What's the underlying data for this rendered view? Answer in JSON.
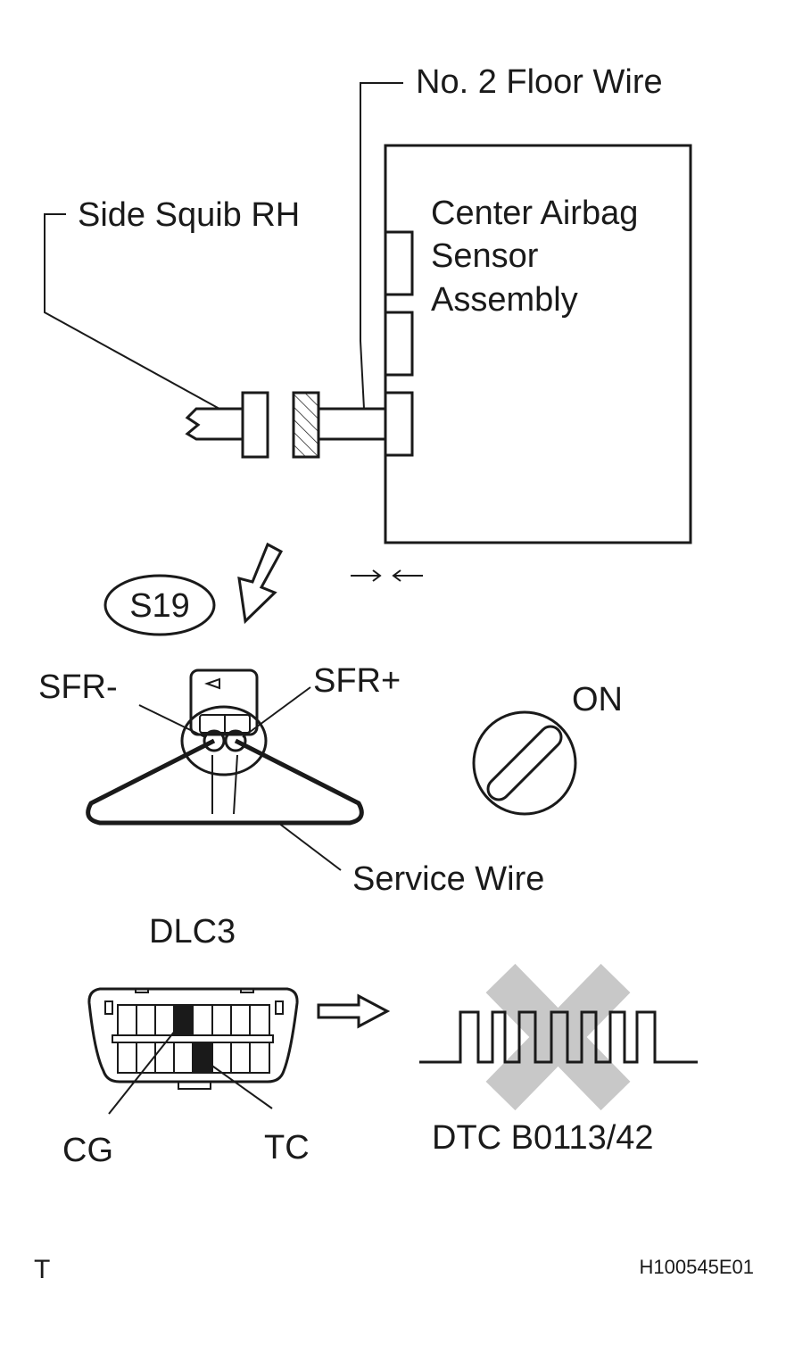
{
  "labels": {
    "floor_wire": "No. 2 Floor Wire",
    "side_squib": "Side Squib RH",
    "sensor_line1": "Center Airbag",
    "sensor_line2": "Sensor",
    "sensor_line3": "Assembly",
    "connector_id": "S19",
    "sfr_minus": "SFR-",
    "sfr_plus": "SFR+",
    "ignition": "ON",
    "service_wire": "Service Wire",
    "dlc": "DLC3",
    "cg": "CG",
    "tc": "TC",
    "dtc": "DTC B0113/42",
    "footer_left": "T",
    "footer_right": "H100545E01"
  },
  "colors": {
    "line": "#1a1a1a",
    "cross": "#c8c8c8",
    "fill_black": "#1a1a1a"
  },
  "icons": {
    "arrow_down": "hollow-arrow-down-left-icon",
    "arrow_right": "hollow-arrow-right-icon",
    "ignition_key": "ignition-key-icon",
    "cross": "x-cross-icon"
  }
}
